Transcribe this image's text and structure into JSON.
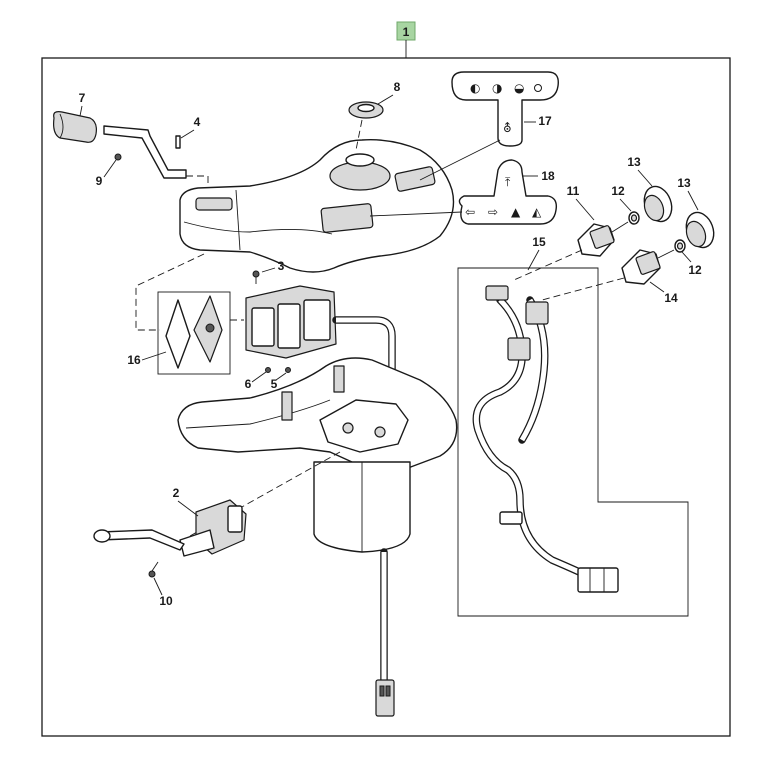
{
  "assembly": {
    "number": "1",
    "badge_color": "#a8d5a2"
  },
  "callouts": {
    "c2": "2",
    "c3": "3",
    "c4": "4",
    "c5": "5",
    "c6": "6",
    "c7": "7",
    "c8": "8",
    "c9": "9",
    "c10": "10",
    "c11": "11",
    "c12a": "12",
    "c12b": "12",
    "c13a": "13",
    "c13b": "13",
    "c14": "14",
    "c15": "15",
    "c16": "16",
    "c17": "17",
    "c18": "18"
  },
  "decal_17": {
    "icons": [
      "headlight-low-icon",
      "headlight-high-icon",
      "headlight-flash-icon",
      "dot-icon",
      "hitch-icon"
    ]
  },
  "decal_18": {
    "icons": [
      "lift-icon",
      "arrow-left-icon",
      "arrow-right-icon",
      "bucket-icon",
      "bucket-tilt-icon"
    ]
  },
  "colors": {
    "line": "#1a1a1a",
    "shade": "#d9d9d9"
  }
}
